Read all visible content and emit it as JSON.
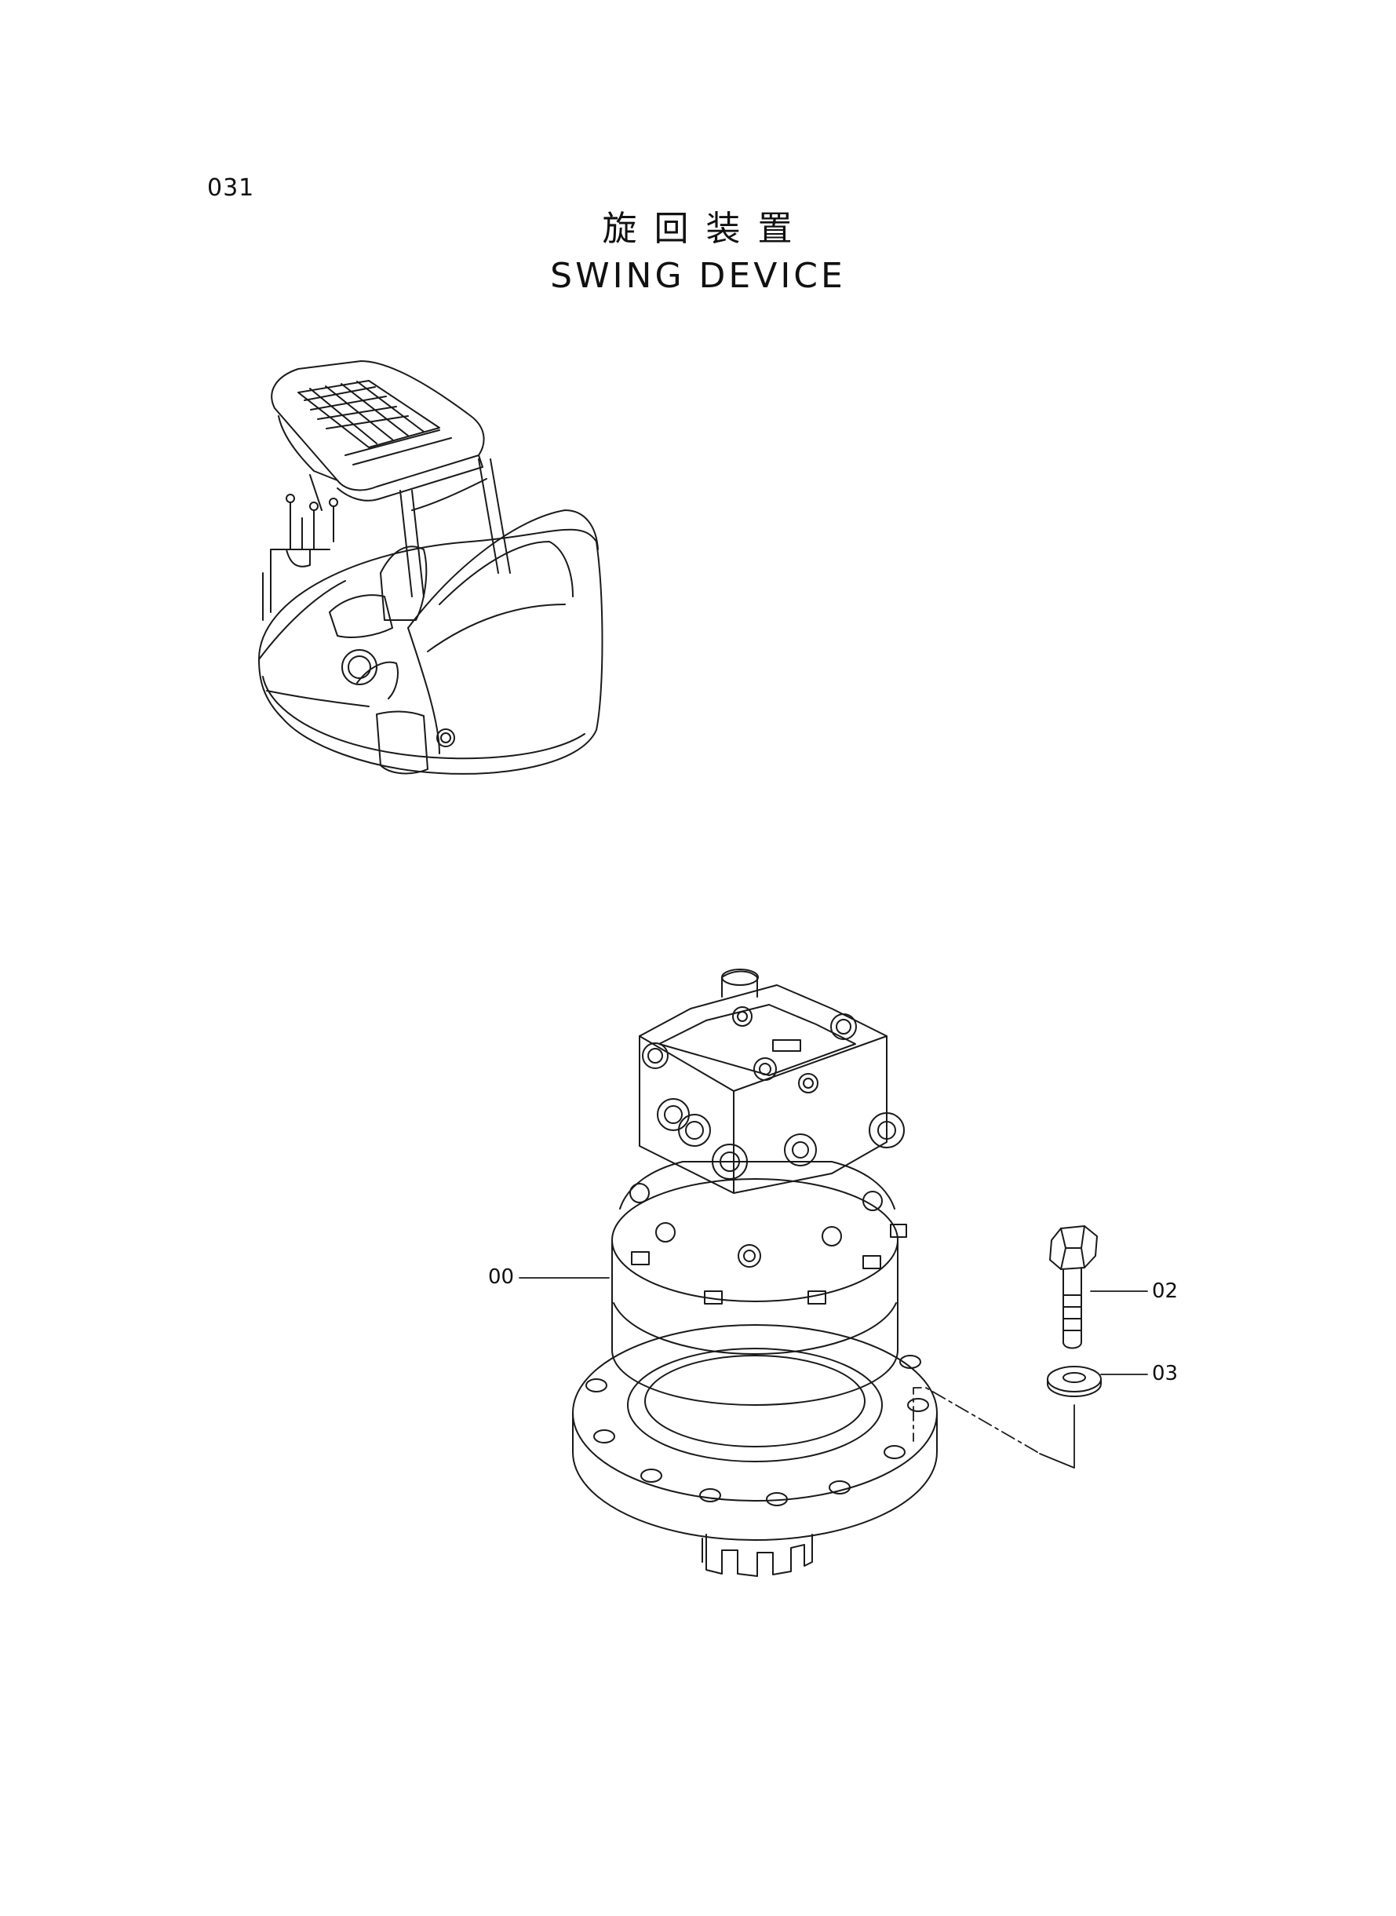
{
  "page": {
    "number": "031",
    "title_jp": "旋回装置",
    "title_en": "SWING DEVICE"
  },
  "callouts": [
    {
      "id": "part-00",
      "label": "00"
    },
    {
      "id": "part-02",
      "label": "02"
    },
    {
      "id": "part-03",
      "label": "03"
    }
  ],
  "icons": {
    "machine_overview": "excavator-upper-structure-icon",
    "swing_motor": "swing-motor-assembly-icon",
    "bolt": "hex-bolt-icon",
    "washer": "washer-icon"
  },
  "colors": {
    "line": "#1a1a1a",
    "background": "#ffffff"
  }
}
